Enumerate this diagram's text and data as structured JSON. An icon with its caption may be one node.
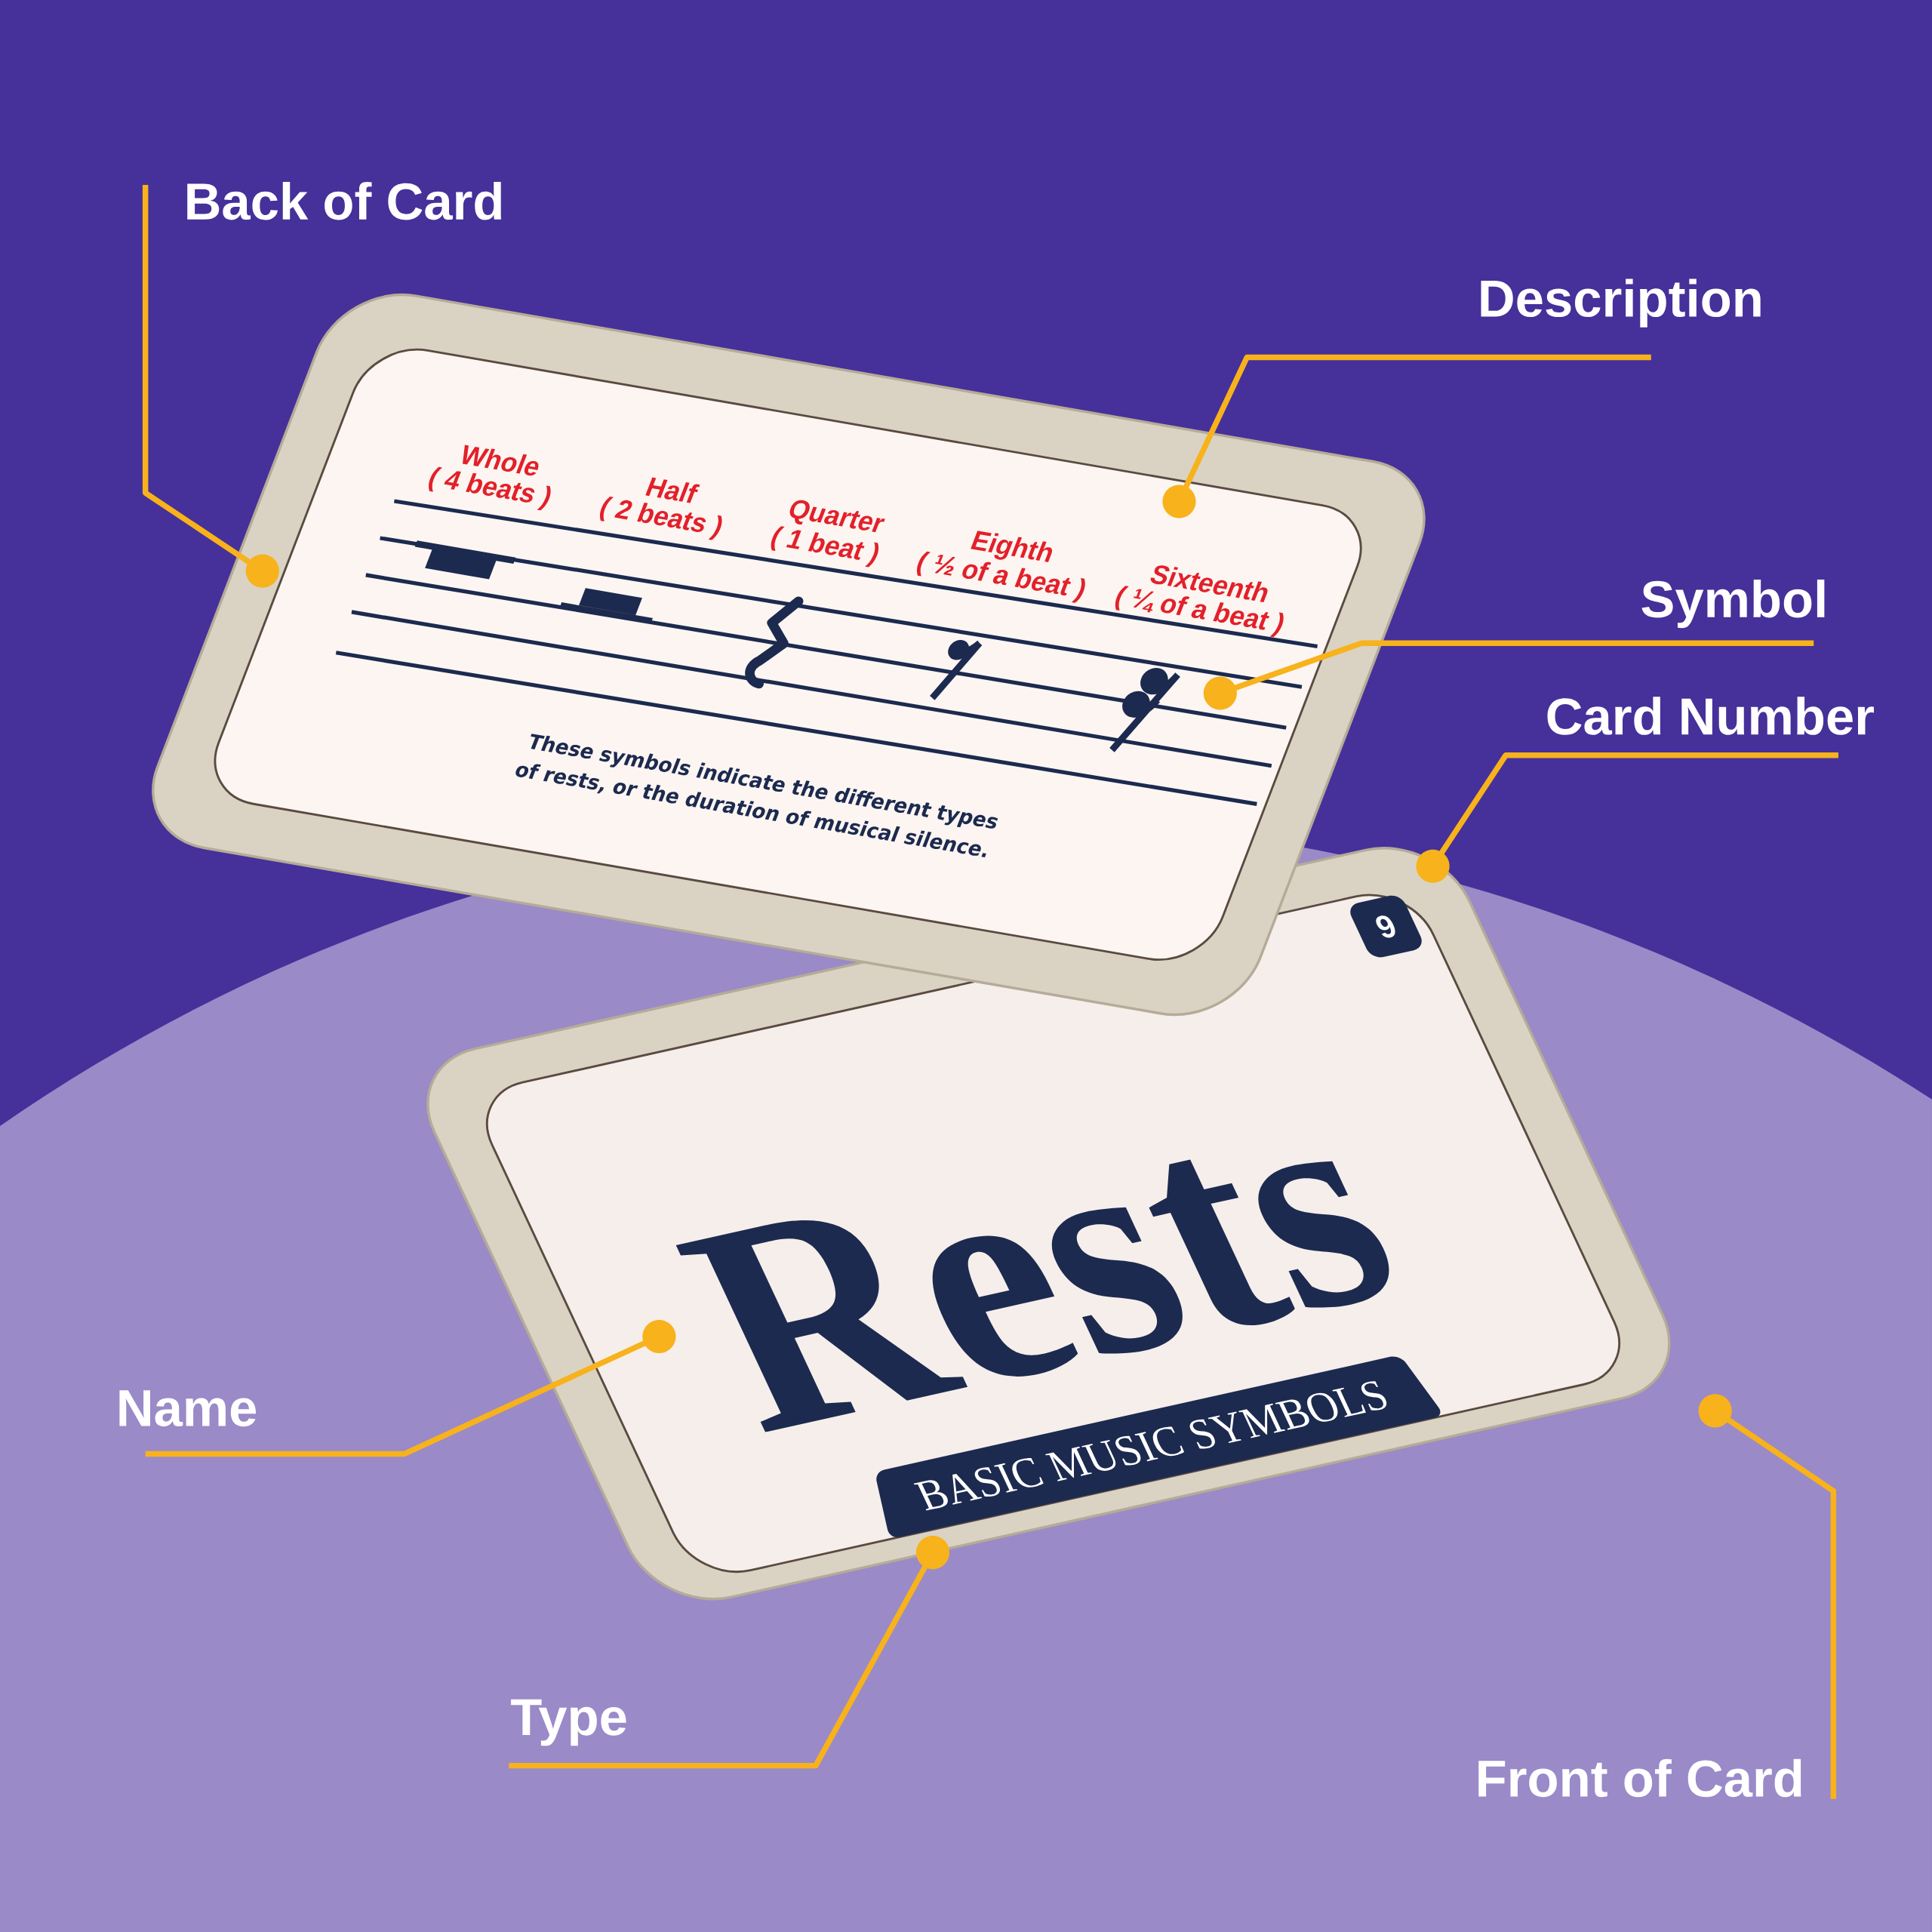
{
  "diagram": {
    "nodes": [
      {
        "text": [
          "Back of Card"
        ]
      },
      {
        "text": [],
        "shape": "box"
      },
      {
        "text": [],
        "shape": "picture",
        "in": 1
      },
      {
        "text": [
          "Description"
        ]
      },
      {
        "text": [
          "Symbol"
        ]
      },
      {
        "text": [
          "Card Number"
        ]
      },
      {
        "text": [],
        "shape": "box"
      },
      {
        "text": [
          "9"
        ],
        "in": 6
      },
      {
        "text": [
          "Rests"
        ],
        "in": 6
      },
      {
        "text": [
          "BASIC MUSIC SYMBOLS"
        ],
        "in": 6
      },
      {
        "text": [
          "Name"
        ]
      },
      {
        "text": [
          "Type"
        ]
      },
      {
        "text": [
          "Front of Card"
        ]
      }
    ],
    "edges": [
      {
        "from": 0,
        "to": 1,
        "arrow": "other"
      },
      {
        "from": 3,
        "to": null,
        "arrow": "other"
      },
      {
        "from": 4,
        "to": 2,
        "arrow": "other"
      },
      {
        "from": 5,
        "to": 7,
        "arrow": "other"
      },
      {
        "from": 10,
        "to": 8,
        "arrow": "other"
      },
      {
        "from": 11,
        "to": 9,
        "arrow": "other"
      },
      {
        "from": 12,
        "to": 6,
        "arrow": "other"
      }
    ],
    "labels": [
      "Whole",
      "( 4 beats )",
      "Half",
      "( 2 beats )",
      "Quarter",
      "( 1 beat )",
      "Eighth",
      "( ½ of a beat )",
      "Sixteenth",
      "( ¼ of a beat )",
      "These symbols indicate the different types of rests, or the duration of musical silence."
    ]
  }
}
